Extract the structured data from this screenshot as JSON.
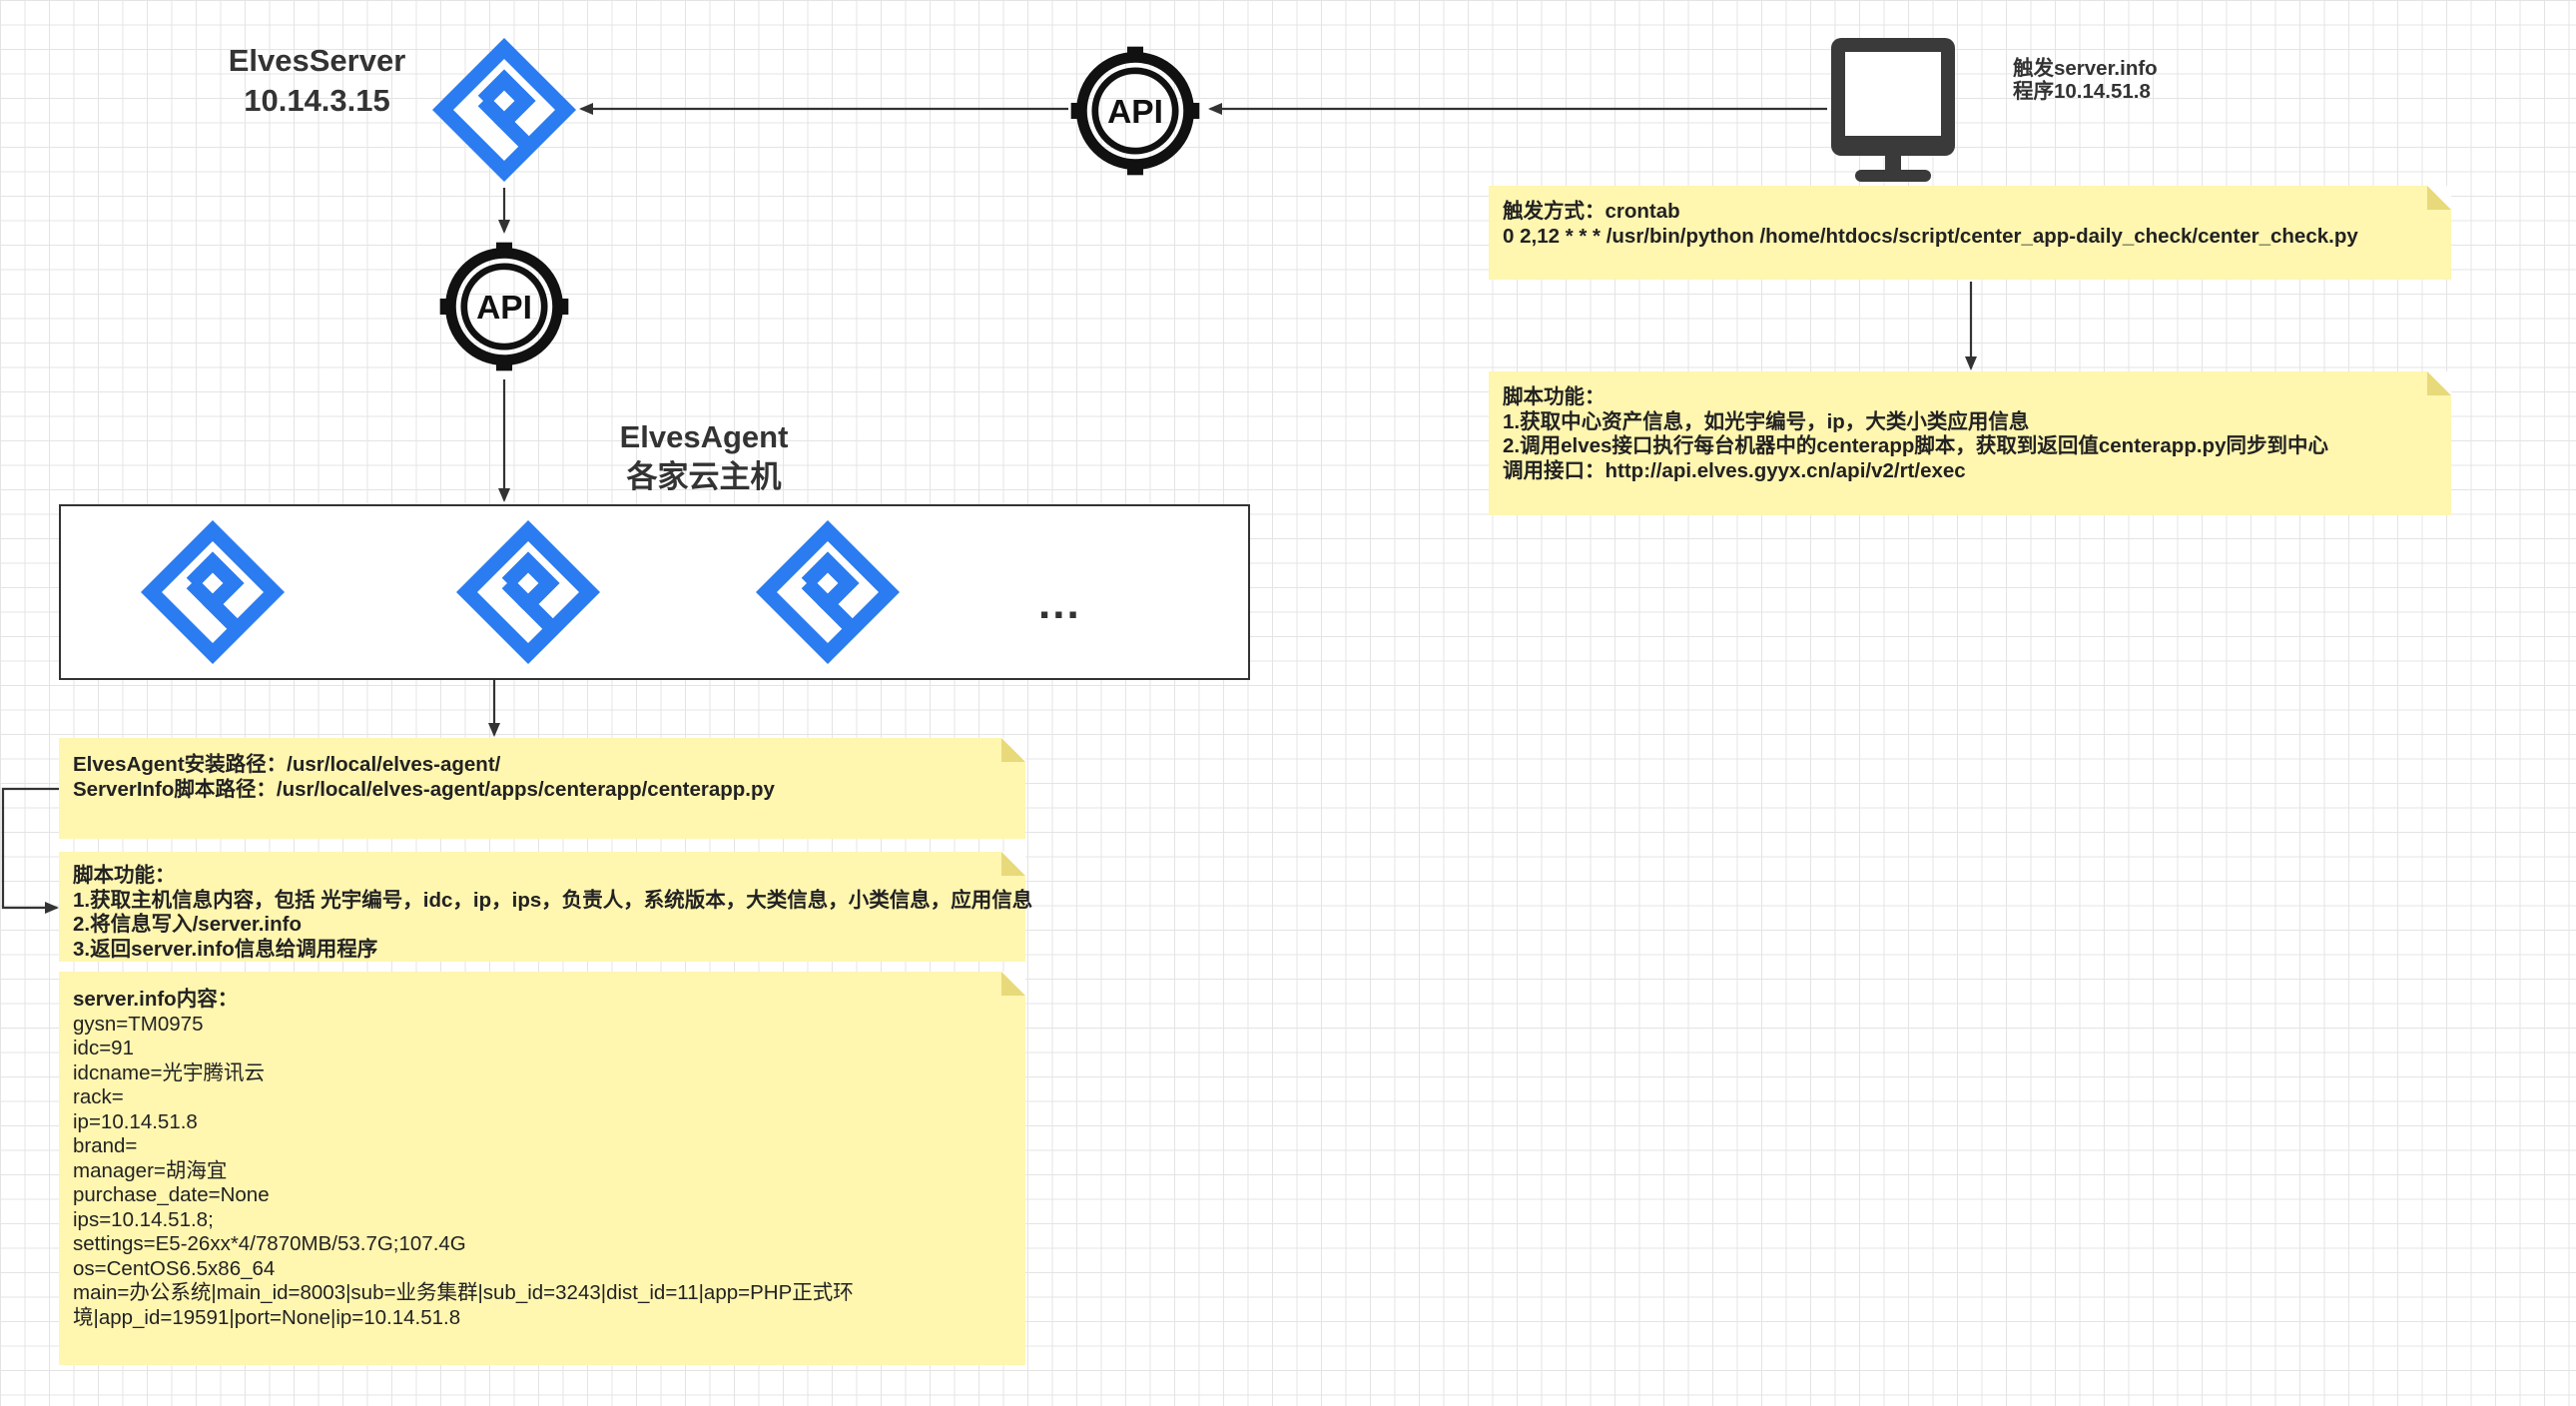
{
  "server": {
    "name": "ElvesServer",
    "ip": "10.14.3.15"
  },
  "api_label": "API",
  "trigger": {
    "line1": "触发server.info",
    "line2": "程序10.14.51.8"
  },
  "agent": {
    "name": "ElvesAgent",
    "subtitle": "各家云主机",
    "ellipsis": "..."
  },
  "notes": {
    "trigger_method": [
      "触发方式：crontab",
      "0 2,12 * * * /usr/bin/python /home/htdocs/script/center_app-daily_check/center_check.py"
    ],
    "script_function_center": [
      "脚本功能：",
      "1.获取中心资产信息，如光宇编号，ip，大类小类应用信息",
      "2.调用elves接口执行每台机器中的centerapp脚本，获取到返回值centerapp.py同步到中心",
      "调用接口：http://api.elves.gyyx.cn/api/v2/rt/exec"
    ],
    "agent_paths": [
      "ElvesAgent安装路径：/usr/local/elves-agent/",
      "ServerInfo脚本路径：/usr/local/elves-agent/apps/centerapp/centerapp.py"
    ],
    "script_function_agent": [
      "脚本功能：",
      "1.获取主机信息内容，包括 光宇编号，idc，ip，ips，负责人，系统版本，大类信息，小类信息，应用信息",
      "2.将信息写入/server.info",
      "3.返回server.info信息给调用程序"
    ],
    "server_info": {
      "heading": "server.info内容：",
      "lines": [
        "gysn=TM0975",
        "idc=91",
        "idcname=光宇腾讯云",
        "rack=",
        "ip=10.14.51.8",
        "brand=",
        "manager=胡海宜",
        "purchase_date=None",
        "ips=10.14.51.8;",
        "settings=E5-26xx*4/7870MB/53.7G;107.4G",
        "os=CentOS6.5x86_64",
        "main=办公系统|main_id=8003|sub=业务集群|sub_id=3243|dist_id=11|app=PHP正式环",
        "境|app_id=19591|port=None|ip=10.14.51.8"
      ]
    }
  },
  "colors": {
    "elves_blue": "#2b7cf0",
    "note_bg": "#fff6b0",
    "line": "#333333"
  },
  "icons": [
    "elves-logo-icon",
    "api-gear-icon",
    "monitor-icon",
    "arrow-icon"
  ]
}
